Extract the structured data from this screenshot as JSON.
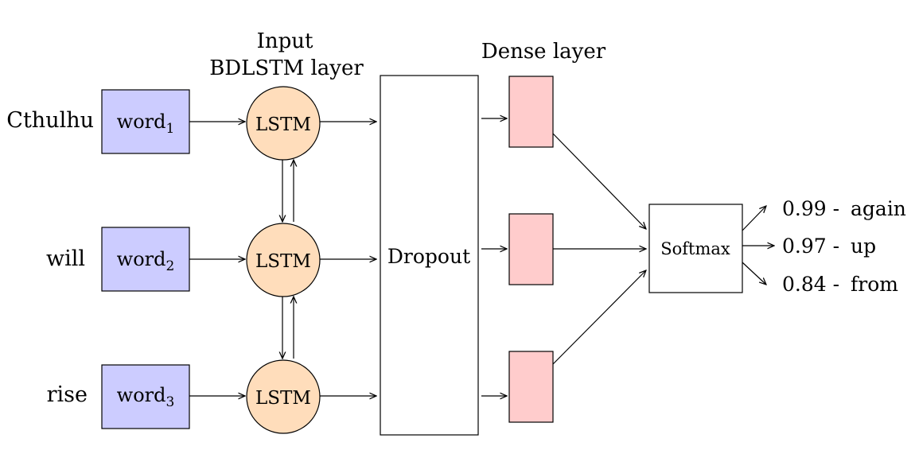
{
  "labels": {
    "input_title_line1": "Input",
    "input_title_line2": "BDLSTM layer",
    "dense_title": "Dense layer",
    "dropout": "Dropout",
    "softmax": "Softmax",
    "lstm": "LSTM"
  },
  "inputs": [
    {
      "word": "Cthulhu",
      "node": "word",
      "sub": "1"
    },
    {
      "word": "will",
      "node": "word",
      "sub": "2"
    },
    {
      "word": "rise",
      "node": "word",
      "sub": "3"
    }
  ],
  "outputs": [
    {
      "score": "0.99 -",
      "word": "again"
    },
    {
      "score": "0.97 -",
      "word": "up"
    },
    {
      "score": "0.84 -",
      "word": "from"
    }
  ],
  "colors": {
    "word_box_fill": "#ccccff",
    "lstm_fill": "#ffddbb",
    "dense_fill": "#ffcccc",
    "stroke": "#000000"
  }
}
